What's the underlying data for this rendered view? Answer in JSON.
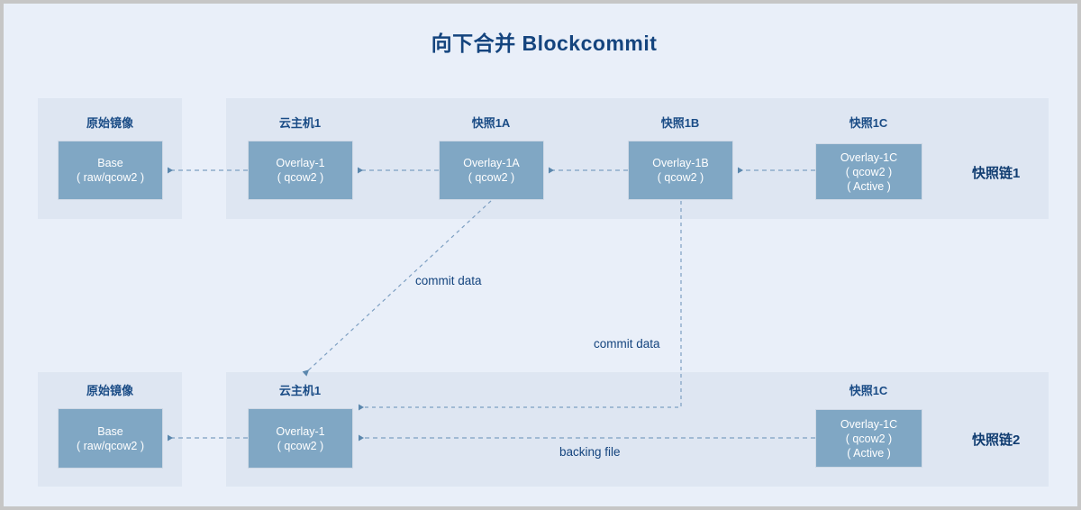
{
  "title": "向下合并 Blockcommit",
  "colors": {
    "page_background": "#e9eff9",
    "panel_background": "#dee6f2",
    "node_fill": "#80a7c4",
    "node_text": "#ffffff",
    "title_text": "#14447e",
    "caption_text": "#1a4c86",
    "wire": "#7d9fc2",
    "border": "#c6c6c6"
  },
  "chains": [
    {
      "id": "chain1",
      "label": "快照链1",
      "panels": [
        {
          "id": "top-base-panel",
          "groups": [
            {
              "caption": "原始镜像",
              "node": {
                "lines": [
                  "Base",
                  "( raw/qcow2 )"
                ]
              }
            }
          ]
        },
        {
          "id": "top-overlay-panel",
          "groups": [
            {
              "caption": "云主机1",
              "node": {
                "lines": [
                  "Overlay-1",
                  "( qcow2 )"
                ]
              }
            },
            {
              "caption": "快照1A",
              "node": {
                "lines": [
                  "Overlay-1A",
                  "( qcow2 )"
                ]
              }
            },
            {
              "caption": "快照1B",
              "node": {
                "lines": [
                  "Overlay-1B",
                  "( qcow2 )"
                ]
              }
            },
            {
              "caption": "快照1C",
              "node": {
                "lines": [
                  "Overlay-1C",
                  "( qcow2 )",
                  "( Active )"
                ]
              }
            }
          ]
        }
      ]
    },
    {
      "id": "chain2",
      "label": "快照链2",
      "panels": [
        {
          "id": "bottom-base-panel",
          "groups": [
            {
              "caption": "原始镜像",
              "node": {
                "lines": [
                  "Base",
                  "( raw/qcow2 )"
                ]
              }
            }
          ]
        },
        {
          "id": "bottom-overlay-panel",
          "groups": [
            {
              "caption": "云主机1",
              "node": {
                "lines": [
                  "Overlay-1",
                  "( qcow2 )"
                ]
              }
            },
            {
              "caption": "快照1C",
              "node": {
                "lines": [
                  "Overlay-1C",
                  "( qcow2 )",
                  "( Active )"
                ]
              }
            }
          ]
        }
      ]
    }
  ],
  "edge_labels": {
    "commit_data_1": "commit data",
    "commit_data_2": "commit data",
    "backing_file": "backing file"
  }
}
